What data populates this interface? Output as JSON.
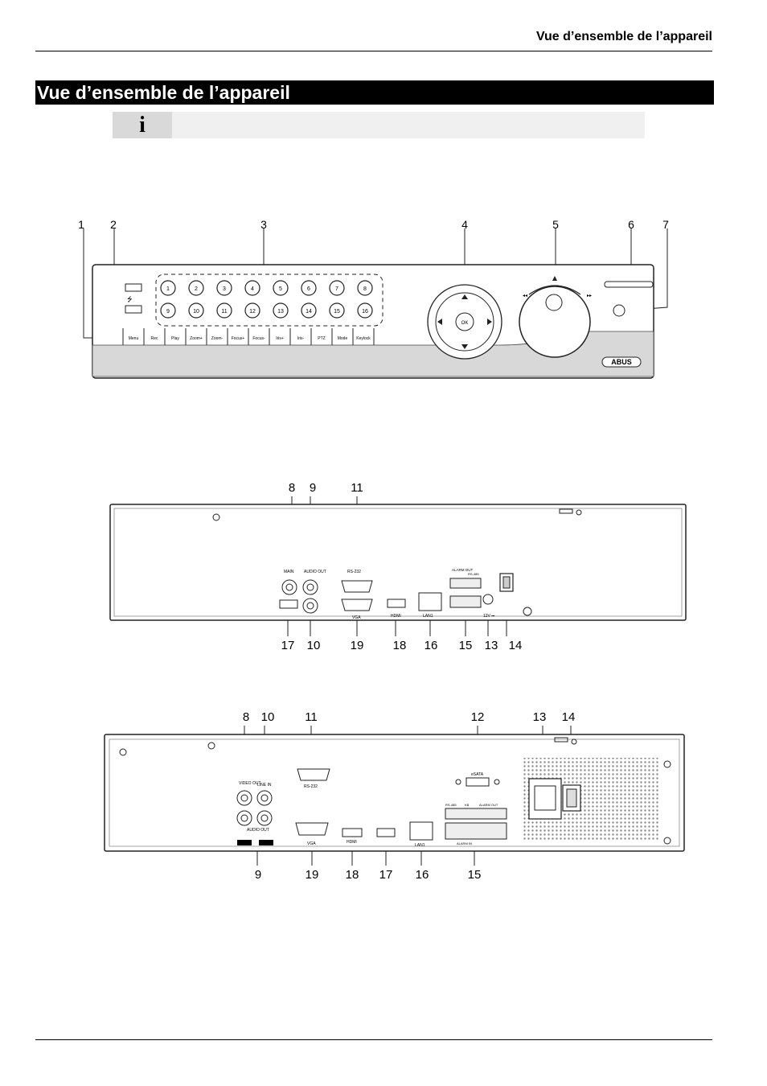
{
  "header": {
    "title": "Vue d’ensemble de l’appareil"
  },
  "section": {
    "title": "Vue d’ensemble de l’appareil"
  },
  "info_icon": {
    "glyph": "i",
    "icon": "info-icon"
  },
  "front_panel": {
    "callouts": [
      "1",
      "2",
      "3",
      "4",
      "5",
      "6",
      "7"
    ],
    "channel_buttons": [
      "1",
      "2",
      "3",
      "4",
      "5",
      "6",
      "7",
      "8",
      "9",
      "10",
      "11",
      "12",
      "13",
      "14",
      "15",
      "16"
    ],
    "function_buttons": [
      "Menu",
      "Rec",
      "Play",
      "Zoom+",
      "Zoom-",
      "Focus+",
      "Focus-",
      "Iris+",
      "Iris-",
      "PTZ",
      "Mode",
      "Keylock"
    ],
    "ok_label": "OK",
    "brand": "ABUS"
  },
  "rear_panel_1": {
    "callouts_top": [
      "8",
      "9",
      "11"
    ],
    "callouts_bottom": [
      "17",
      "10",
      "19",
      "18",
      "16",
      "15",
      "13",
      "14"
    ],
    "labels": {
      "main": "MAIN",
      "audio_out": "AUDIO OUT",
      "rs232": "RS-232",
      "vga": "VGA",
      "hdmi": "HDMI",
      "lan": "LAN1",
      "alarm_out": "ALARM OUT",
      "rs485": "RS-485",
      "power": "12V ⎓"
    }
  },
  "rear_panel_2": {
    "callouts_top": [
      "8",
      "10",
      "11",
      "12",
      "13",
      "14"
    ],
    "callouts_bottom": [
      "9",
      "19",
      "18",
      "17",
      "16",
      "15"
    ],
    "labels": {
      "video_out": "VIDEO OUT",
      "line_in": "LINE IN",
      "audio_out": "AUDIO OUT",
      "rs232": "RS-232",
      "esata": "eSATA",
      "vga": "VGA",
      "hdmi": "HDMI",
      "lan": "LAN1",
      "rs485": "RS-485",
      "kb": "KB",
      "alarm_out": "ALARM OUT",
      "alarm_in": "ALARM IN"
    }
  }
}
